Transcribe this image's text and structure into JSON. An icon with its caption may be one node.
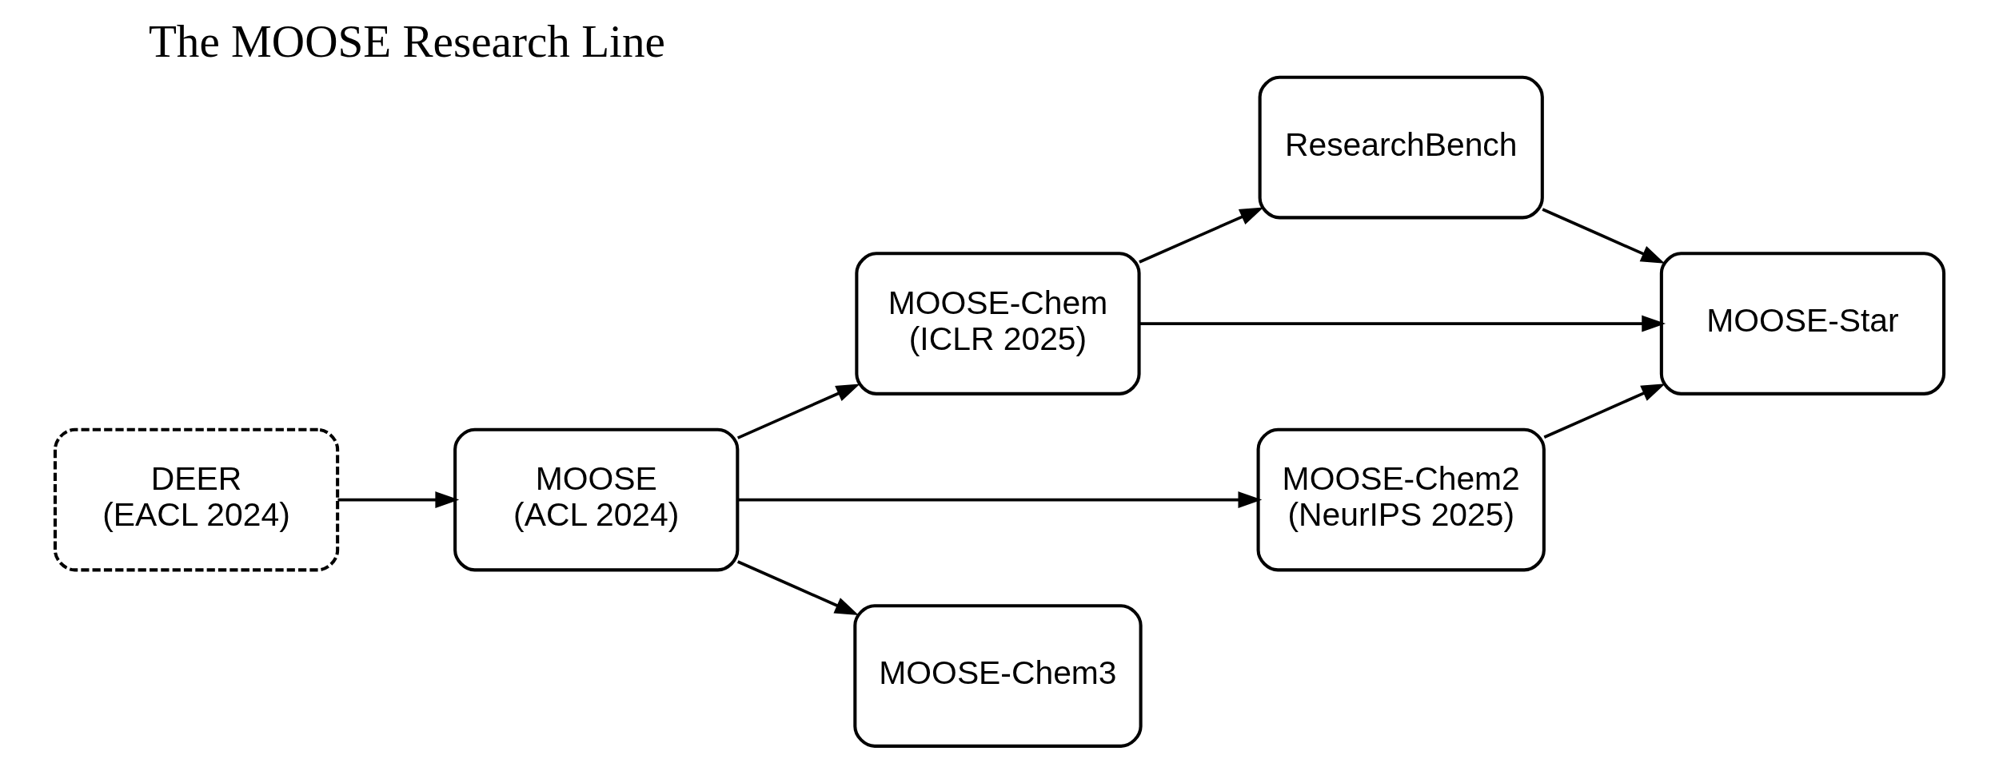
{
  "diagram": {
    "title": "The MOOSE Research Line",
    "nodes": [
      {
        "text": [
          "DEER (EACL 2024)"
        ]
      },
      {
        "text": [
          "MOOSE (ACL 2024)"
        ]
      },
      {
        "text": [
          "MOOSE-Chem (ICLR 2025)"
        ]
      },
      {
        "text": [
          "MOOSE-Chem2 (NeurIPS 2025)"
        ]
      },
      {
        "text": [
          "MOOSE-Chem3"
        ]
      },
      {
        "text": [
          "ResearchBench"
        ]
      },
      {
        "text": [
          "MOOSE-Star"
        ]
      }
    ],
    "edges": [
      {
        "from": 0,
        "to": 1,
        "arrow": "to"
      },
      {
        "from": 1,
        "to": 2,
        "arrow": "to"
      },
      {
        "from": 1,
        "to": 3,
        "arrow": "to"
      },
      {
        "from": 1,
        "to": 4,
        "arrow": "to"
      },
      {
        "from": 2,
        "to": 5,
        "arrow": "to"
      },
      {
        "from": 2,
        "to": 6,
        "arrow": "to"
      },
      {
        "from": 3,
        "to": 6,
        "arrow": "to"
      },
      {
        "from": 5,
        "to": 6,
        "arrow": "to"
      }
    ]
  }
}
